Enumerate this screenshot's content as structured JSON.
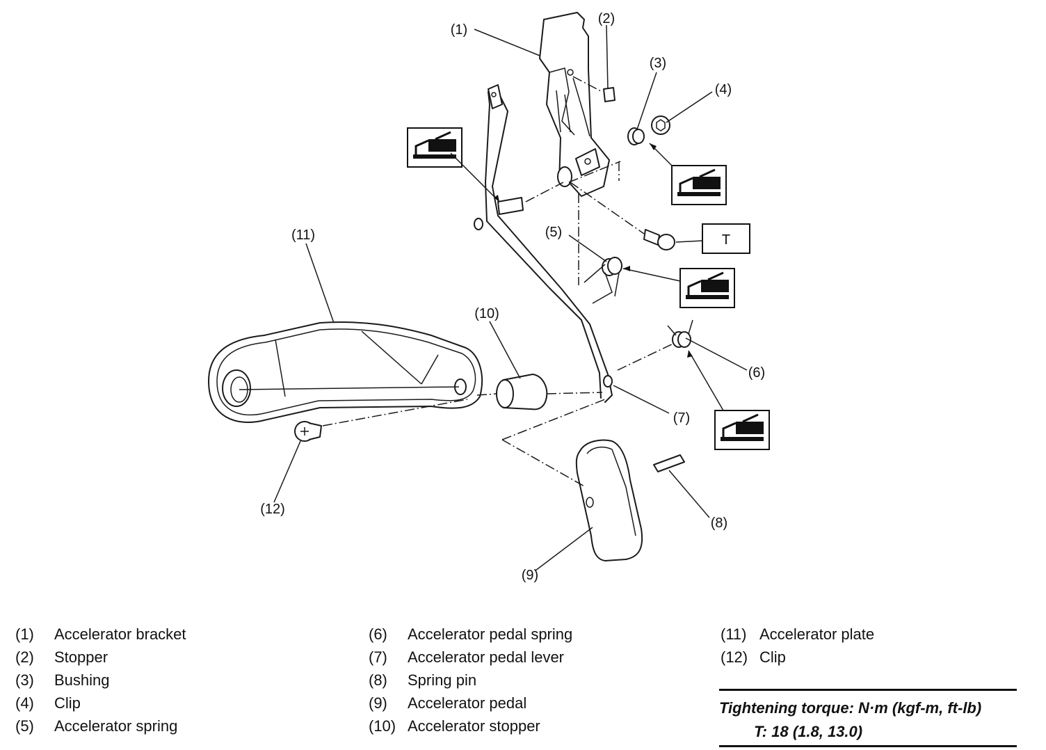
{
  "callouts": {
    "c1": "(1)",
    "c2": "(2)",
    "c3": "(3)",
    "c4": "(4)",
    "c5": "(5)",
    "c6": "(6)",
    "c7": "(7)",
    "c8": "(8)",
    "c9": "(9)",
    "c10": "(10)",
    "c11": "(11)",
    "c12": "(12)",
    "torque_symbol": "T"
  },
  "icons": [
    "grease-gun-icon",
    "grease-gun-icon",
    "grease-gun-icon",
    "grease-gun-icon"
  ],
  "legend": {
    "col1": [
      {
        "num": "(1)",
        "label": "Accelerator bracket"
      },
      {
        "num": "(2)",
        "label": "Stopper"
      },
      {
        "num": "(3)",
        "label": "Bushing"
      },
      {
        "num": "(4)",
        "label": "Clip"
      },
      {
        "num": "(5)",
        "label": "Accelerator spring"
      }
    ],
    "col2": [
      {
        "num": "(6)",
        "label": "Accelerator pedal spring"
      },
      {
        "num": "(7)",
        "label": "Accelerator pedal lever"
      },
      {
        "num": "(8)",
        "label": "Spring pin"
      },
      {
        "num": "(9)",
        "label": "Accelerator pedal"
      },
      {
        "num": "(10)",
        "label": "Accelerator stopper"
      }
    ],
    "col3": [
      {
        "num": "(11)",
        "label": "Accelerator plate"
      },
      {
        "num": "(12)",
        "label": "Clip"
      }
    ]
  },
  "torque": {
    "heading": "Tightening torque: N·m (kgf-m, ft-lb)",
    "value": "T: 18 (1.8, 13.0)"
  }
}
